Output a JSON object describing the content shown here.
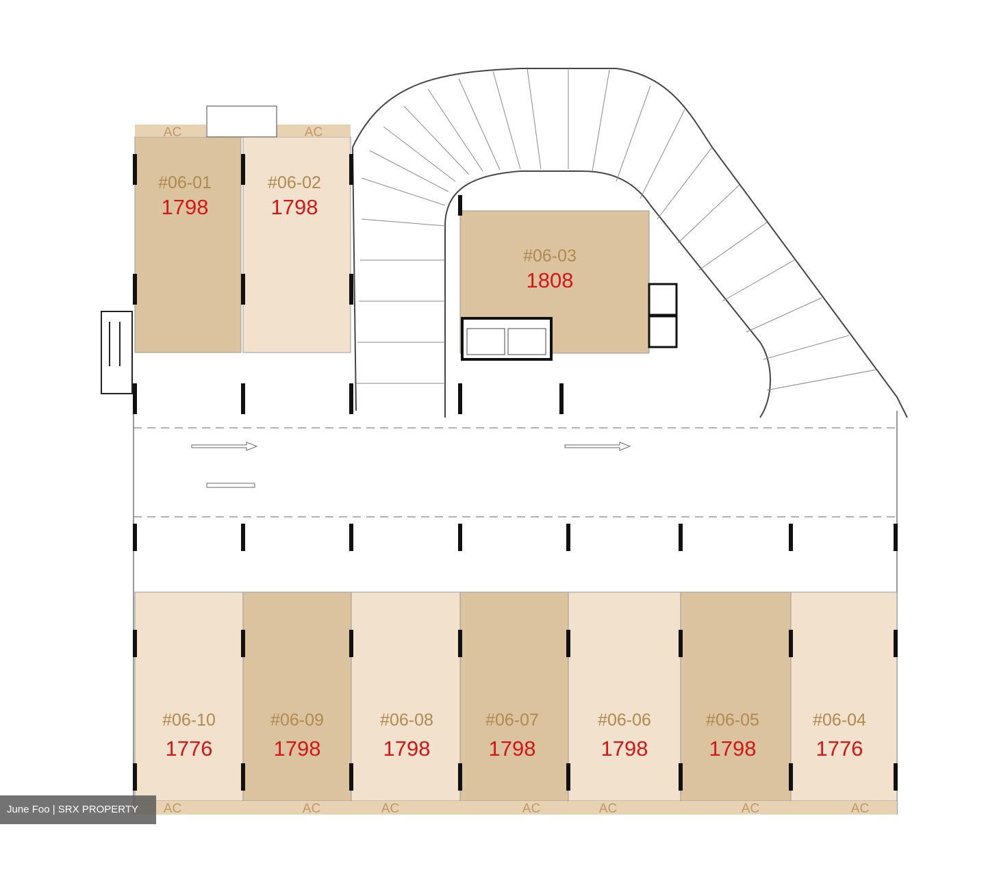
{
  "floor_plan": {
    "colors": {
      "unit_dark": "#dcc3a0",
      "unit_light": "#f2e1cd",
      "wall": "#111111",
      "label": "#b0894f",
      "area": "#d01818"
    },
    "units": [
      {
        "id": "#06-01",
        "area": "1798",
        "shade": "dark"
      },
      {
        "id": "#06-02",
        "area": "1798",
        "shade": "light"
      },
      {
        "id": "#06-03",
        "area": "1808",
        "shade": "dark"
      },
      {
        "id": "#06-04",
        "area": "1776",
        "shade": "light"
      },
      {
        "id": "#06-05",
        "area": "1798",
        "shade": "dark"
      },
      {
        "id": "#06-06",
        "area": "1798",
        "shade": "light"
      },
      {
        "id": "#06-07",
        "area": "1798",
        "shade": "dark"
      },
      {
        "id": "#06-08",
        "area": "1798",
        "shade": "light"
      },
      {
        "id": "#06-09",
        "area": "1798",
        "shade": "dark"
      },
      {
        "id": "#06-10",
        "area": "1776",
        "shade": "light"
      }
    ],
    "ac_label": "AC"
  },
  "watermark": "June Foo | SRX PROPERTY"
}
